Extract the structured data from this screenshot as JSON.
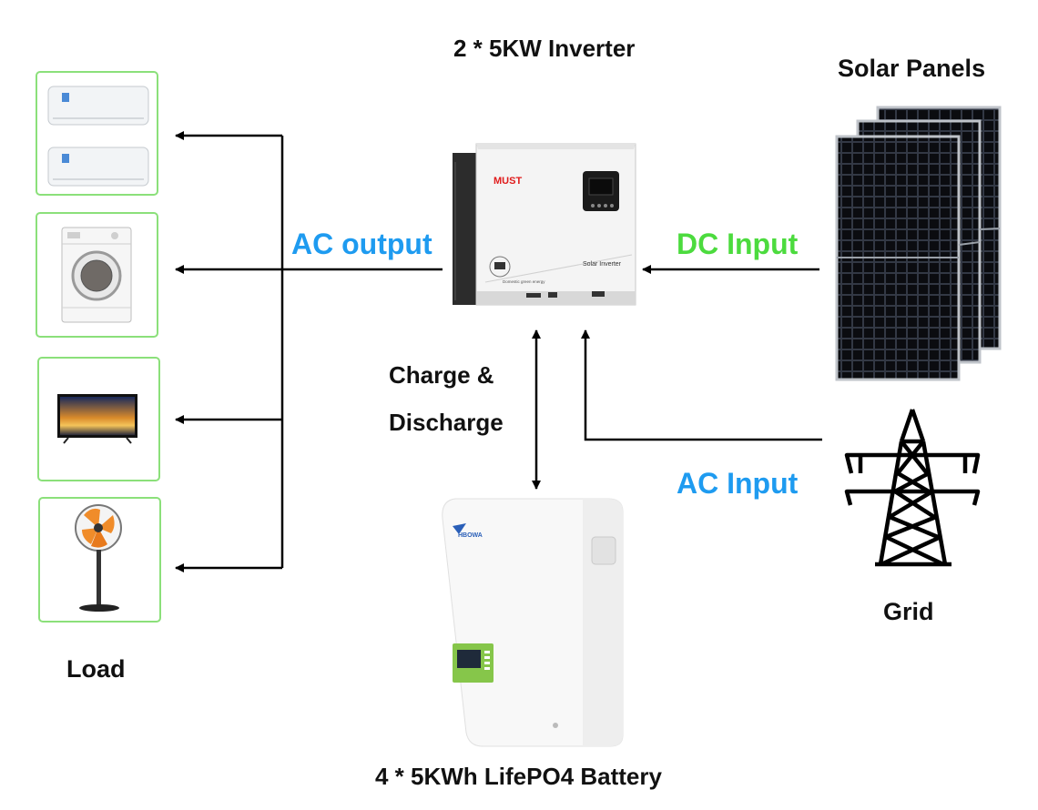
{
  "colors": {
    "ac": "#1e9bf0",
    "dc": "#4cdb3e",
    "card_border": "#8be07a",
    "inverter_logo": "#e01b1b",
    "battery_brand": "#2a5fb8",
    "battery_screen": "#86c64a",
    "line": "#000000"
  },
  "inverter": {
    "title": "2 * 5KW Inverter",
    "brand": "MUST",
    "model_label": "Solar Inverter",
    "tagline": "Domestic green energy",
    "icon": "inverter-image"
  },
  "solar": {
    "title": "Solar Panels",
    "icon": "solar-panels-image"
  },
  "grid": {
    "title": "Grid",
    "icon": "transmission-tower-icon"
  },
  "load": {
    "title": "Load",
    "devices": [
      {
        "name": "air-conditioner",
        "icon": "air-conditioner-image"
      },
      {
        "name": "washing-machine",
        "icon": "washing-machine-image"
      },
      {
        "name": "television",
        "icon": "tv-image"
      },
      {
        "name": "standing-fan",
        "icon": "fan-image"
      }
    ]
  },
  "battery": {
    "title": "4 * 5KWh LifePO4 Battery",
    "brand": "HBOWA",
    "icon": "battery-image"
  },
  "flows": {
    "ac_output": "AC output",
    "dc_input": "DC Input",
    "ac_input": "AC Input",
    "charge_line1": "Charge &",
    "charge_line2": "Discharge"
  }
}
